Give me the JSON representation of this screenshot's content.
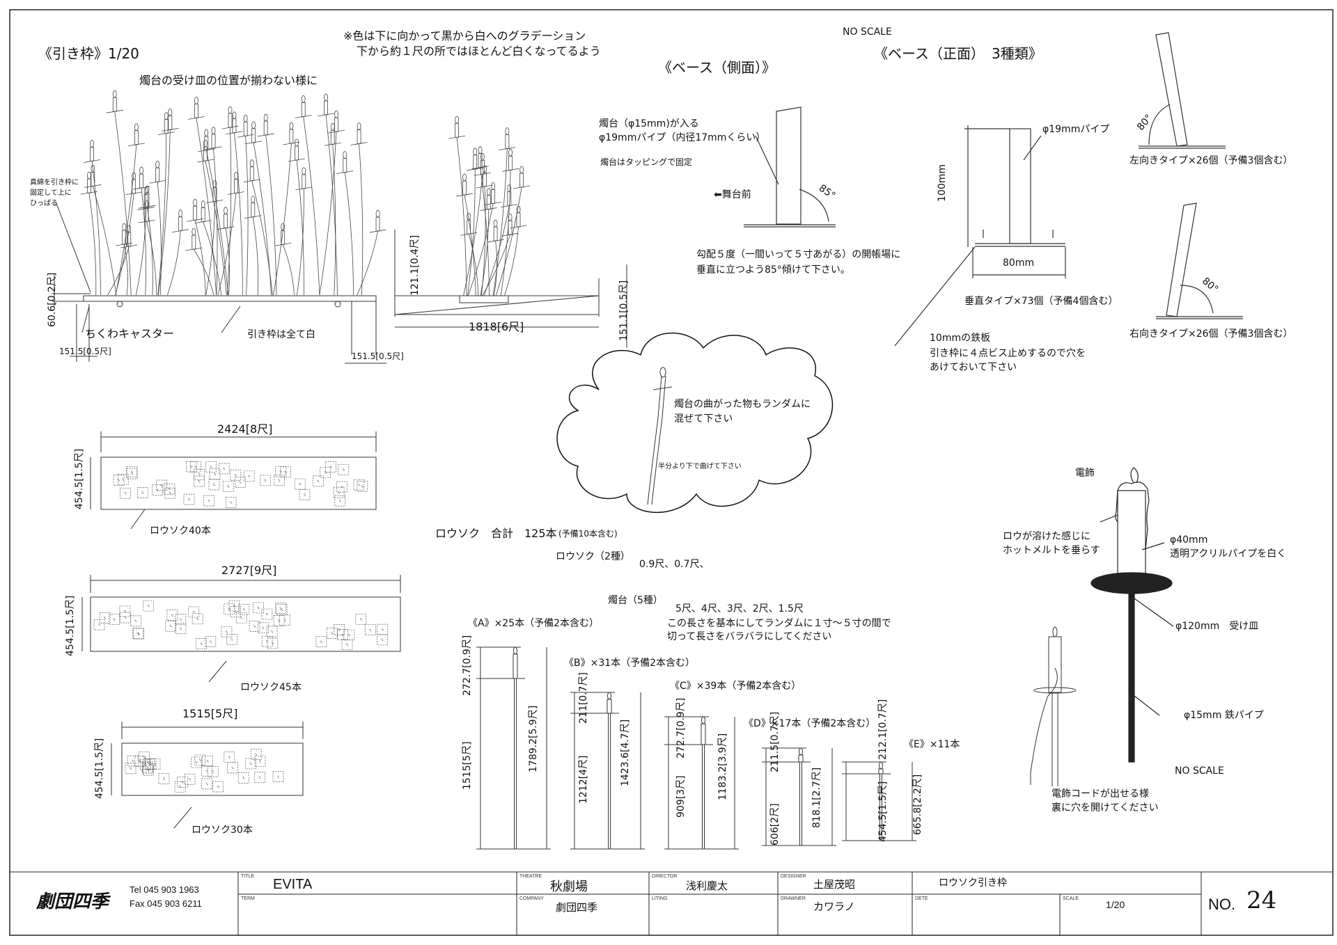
{
  "frame": {
    "title": "《引き枠》1/20",
    "note_gradient": "※色は下に向かって黒から白へのグラデーション",
    "note_gradient2": "下から約１尺の所ではほとんど白くなってるよう",
    "no_scale_top": "NO SCALE",
    "base_side_title": "《ベース（側面）》",
    "base_front_title": "《ベース（正面）　3種類》",
    "candle_tray_note": "燭台の受け皿の位置が揃わない様に",
    "wire_note": "真綿を引き枠に\n固定して上に\nひっぱる",
    "dim_60_6": "60.6[0.2尺]",
    "dim_151_5_left": "151.5[0.5尺]",
    "caster": "ちくわキャスター",
    "frame_white": "引き枠は全て白",
    "dim_121_1": "121.1[0.4尺]",
    "dim_1818": "1818[6尺]",
    "dim_151_1": "151.1[0.5尺]",
    "dim_151_5_right": "151.5[0.5尺]"
  },
  "base_side": {
    "pipe_note1": "燭台（φ15mm)が入る",
    "pipe_note2": "φ19mmパイプ（内径17mmくらい）",
    "fix_note": "燭台はタッピングで固定",
    "stage_front": "⬅舞台前",
    "angle": "85°",
    "slope_note1": "勾配５度（一間いって５寸あがる）の開帳場に",
    "slope_note2": "垂直に立つよう85°傾けて下さい。"
  },
  "base_front": {
    "pipe": "φ19mmパイプ",
    "height": "100mm",
    "width": "80mm",
    "vertical_type": "垂直タイプ×73個（予備4個含む）",
    "plate": "10mmの鉄板",
    "plate_note1": "引き枠に４点ビス止めするので穴を",
    "plate_note2": "あけておいて下さい",
    "left_type": "左向きタイプ×26個（予備3個含む）",
    "right_type": "右向きタイプ×26個（予備3個含む）",
    "angle": "80°"
  },
  "cloud": {
    "note1": "燭台の曲がった物もランダムに",
    "note2": "混ぜて下さい",
    "note3": "半分より下で曲げて下さい"
  },
  "layouts": [
    {
      "width_label": "2424[8尺]",
      "height_label": "454.5[1.5尺]",
      "count_label": "ロウソク40本"
    },
    {
      "width_label": "2727[9尺]",
      "height_label": "454.5[1.5尺]",
      "count_label": "ロウソク45本"
    },
    {
      "width_label": "1515[5尺]",
      "height_label": "454.5[1.5尺]",
      "count_label": "ロウソク30本"
    }
  ],
  "candles": {
    "total": "ロウソク　合計　125本",
    "total_spare": "(予備10本含む)",
    "types": "ロウソク（2種）",
    "type_sizes": "0.9尺、0.7尺、",
    "holders": "燭台（5種）",
    "holder_sizes": "5尺、4尺、3尺、2尺、1.5尺",
    "note1": "この長さを基本にしてランダムに１寸〜５寸の間で",
    "note2": "切って長さをバラバラにしてください"
  },
  "holders": [
    {
      "label": "《A》×25本（予備2本含む）",
      "top_dim": "272.7[0.9尺]",
      "low_dim": "1515[5尺]",
      "total_dim": "1789.2[5.9尺]"
    },
    {
      "label": "《B》×31本（予備2本含む）",
      "top_dim": "211[0.7尺]",
      "low_dim": "1212[4尺]",
      "total_dim": "1423.6[4.7尺]"
    },
    {
      "label": "《C》×39本（予備2本含む）",
      "top_dim": "272.7[0.9尺]",
      "low_dim": "909[3尺]",
      "total_dim": "1183.2[3.9尺]"
    },
    {
      "label": "《D》×17本（予備2本含む）",
      "top_dim": "211.5[0.7尺]",
      "low_dim": "606[2尺]",
      "total_dim": "818.1[2.7尺]"
    },
    {
      "label": "《E》×11本",
      "top_dim": "212.1[0.7尺]",
      "low_dim": "454.5[1.5尺]",
      "total_dim": "665.8[2.2尺]"
    }
  ],
  "detail": {
    "bulb": "電飾",
    "wax1": "ロウが溶けた感じに",
    "wax2": "ホットメルトを垂らす",
    "pipe40": "φ40mm",
    "acrylic": "透明アクリルパイプを白く",
    "tray": "φ120mm　受け皿",
    "iron": "φ15mm 鉄パイプ",
    "no_scale": "NO SCALE",
    "cord1": "電飾コードが出せる様",
    "cord2": "裏に穴を開けてください"
  },
  "title_block": {
    "company_logo": "劇団四季",
    "tel": "Tel 045 903 1963",
    "fax": "Fax 045 903 6211",
    "lbl_title": "TITLE",
    "title": "EVITA",
    "lbl_term": "TERM",
    "lbl_theatre": "THEATRE",
    "theatre": "秋劇場",
    "lbl_company": "COMPANY",
    "company": "劇団四季",
    "lbl_director": "DIRECTOR",
    "director": "浅利慶太",
    "lbl_liting": "LITING",
    "lbl_designer": "DESIGNER",
    "designer": "土屋茂昭",
    "lbl_drawner": "DRAWNER",
    "drawner": "カワラノ",
    "drawing_name": "ロウソク引き枠",
    "lbl_dete": "DETE",
    "lbl_scale": "SCALE",
    "scale": "1/20",
    "no_label": "NO.",
    "no": "24"
  }
}
